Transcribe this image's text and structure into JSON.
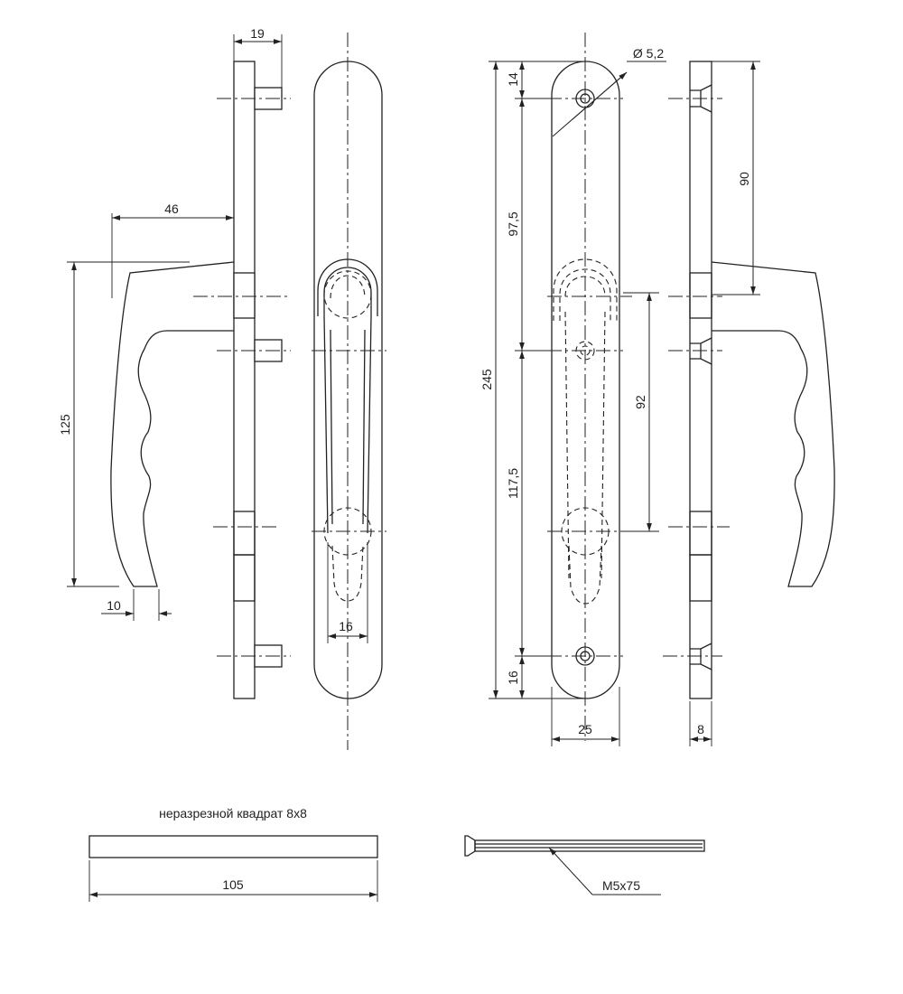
{
  "dimensions": {
    "d19": "19",
    "d46": "46",
    "d125": "125",
    "d10": "10",
    "d16_width": "16",
    "d_hole": "Ø 5,2",
    "d14": "14",
    "d97_5": "97,5",
    "d245": "245",
    "d117_5": "117,5",
    "d16_bottom": "16",
    "d25": "25",
    "d92": "92",
    "d90": "90",
    "d8": "8"
  },
  "spindle": {
    "label": "неразрезной квадрат 8х8",
    "length": "105"
  },
  "screw": {
    "label": "M5x75"
  }
}
